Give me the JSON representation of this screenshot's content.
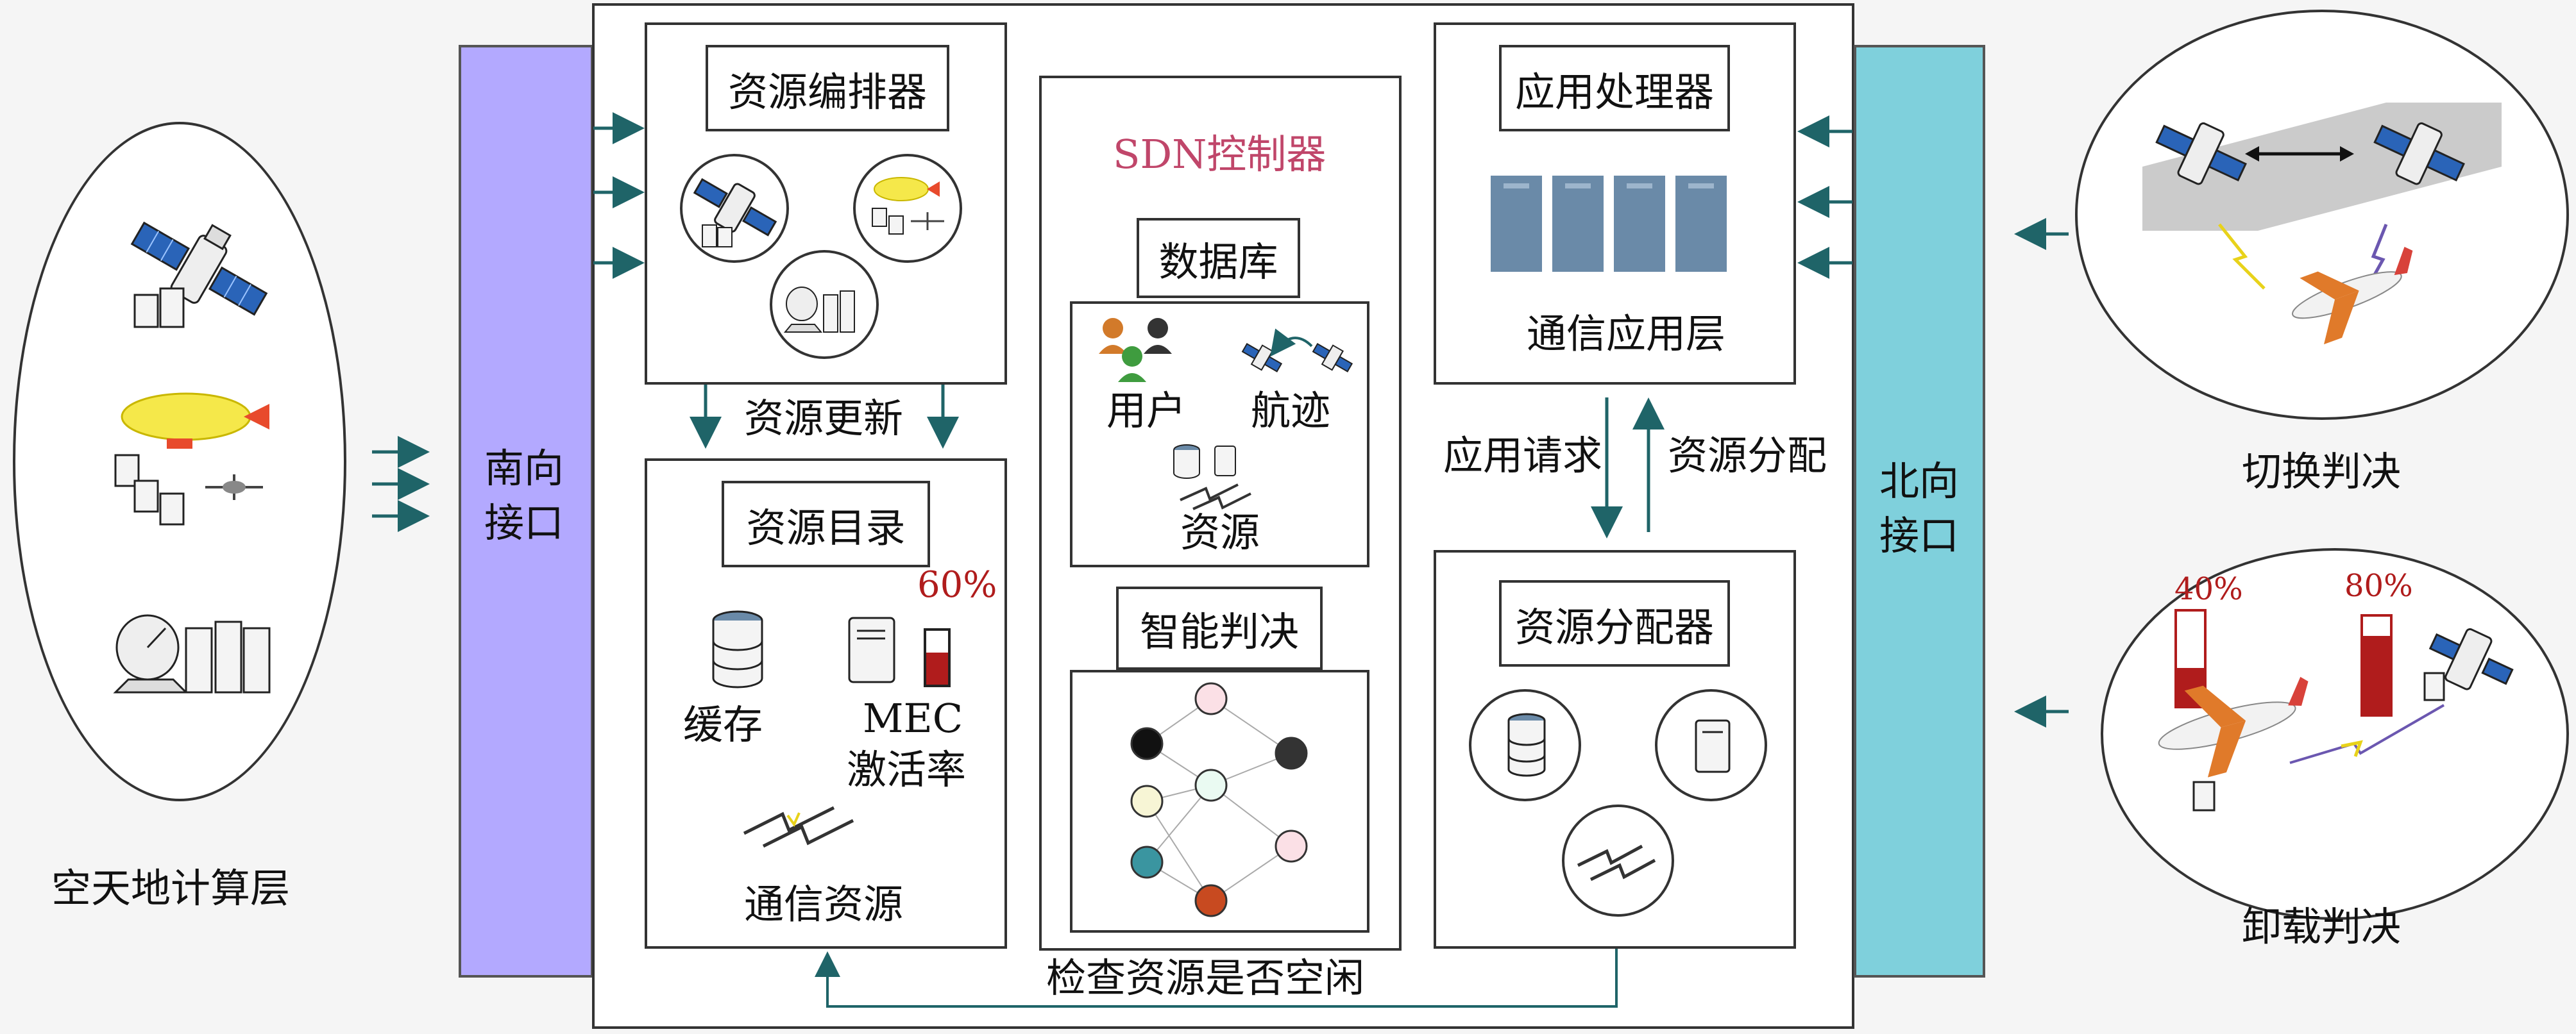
{
  "left_layer": {
    "label": "空天地计算层"
  },
  "south_interface": {
    "label_line1": "南向",
    "label_line2": "接口"
  },
  "north_interface": {
    "label_line1": "北向",
    "label_line2": "接口"
  },
  "orchestrator": {
    "title": "资源编排器"
  },
  "resource_update": {
    "label": "资源更新"
  },
  "resource_catalog": {
    "title": "资源目录",
    "cache": "缓存",
    "mec_line1": "MEC",
    "mec_line2": "激活率",
    "percent": "60%",
    "percent_value": 0.6,
    "comm": "通信资源"
  },
  "sdn": {
    "title": "SDN控制器",
    "database": "数据库",
    "users": "用户",
    "track": "航迹",
    "resources": "资源",
    "decision": "智能判决"
  },
  "app_processor": {
    "title": "应用处理器",
    "layer": "通信应用层"
  },
  "app_request": {
    "label": "应用请求"
  },
  "resource_alloc_label": {
    "label": "资源分配"
  },
  "allocator": {
    "title": "资源分配器"
  },
  "bottom_check": {
    "label": "检查资源是否空闲"
  },
  "handover": {
    "label": "切换判决"
  },
  "offload": {
    "label": "卸载判决",
    "p1": "40%",
    "p1_value": 0.4,
    "p2": "80%",
    "p2_value": 0.8
  },
  "colors": {
    "south": "#b3a9ff",
    "north": "#7fd0dc",
    "arrow": "#1f6468",
    "accent_red": "#b01c1c",
    "server": "#6a8aa8",
    "sdn_title": "#c0466a"
  }
}
